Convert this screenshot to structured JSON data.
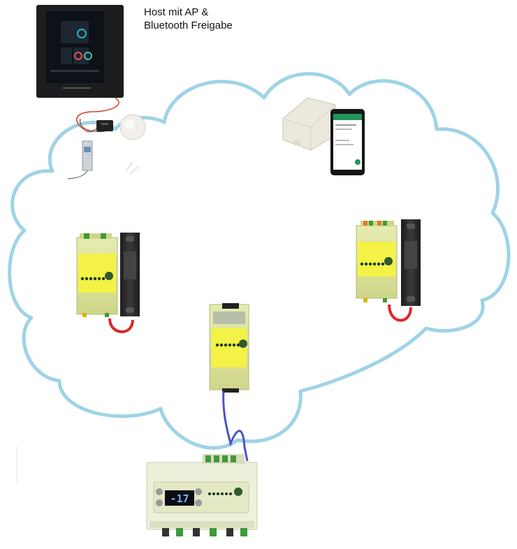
{
  "host_label": {
    "line1": "Host mit AP &",
    "line2": "Bluetooth Freigabe"
  },
  "controller_display": {
    "readout": "-17"
  },
  "colors": {
    "cloud_outline": "#9fd3e6",
    "module_green": "#dde39a",
    "module_label_yellow": "#f4f246",
    "power_supply": "#2a2a2a",
    "cable_red": "#e0262a",
    "cable_blue": "#4e51c8",
    "terminal_green": "#3f9a3a"
  },
  "icons": [
    "host-panel-icon",
    "relay-module-icon",
    "temperature-sensor-icon",
    "mesh-hub-icon",
    "smartphone-icon",
    "radio-module-icon",
    "power-supply-icon",
    "controller-icon"
  ]
}
